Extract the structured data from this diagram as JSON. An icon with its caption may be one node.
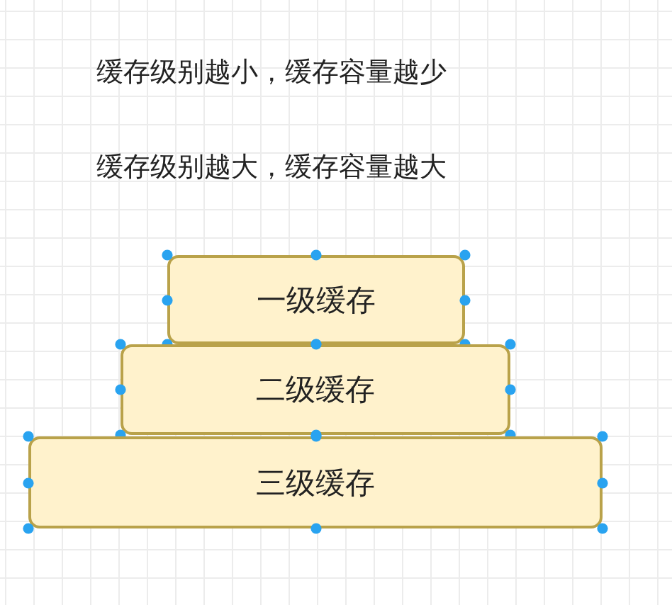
{
  "diagram": {
    "nodes": [
      {
        "text": [
          "一级缓存"
        ]
      },
      {
        "text": [
          "二级缓存"
        ]
      },
      {
        "text": [
          "三级缓存"
        ]
      }
    ],
    "labels": [
      "缓存级别越小，缓存容量越少",
      "缓存级别越大，缓存容量越大"
    ]
  }
}
